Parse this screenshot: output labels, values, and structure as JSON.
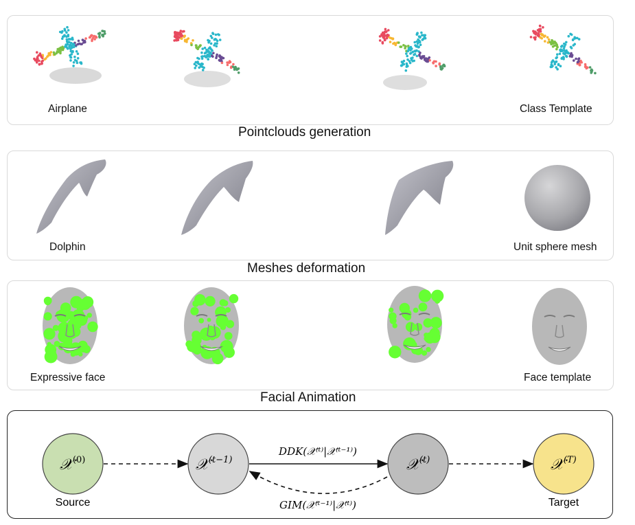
{
  "pointclouds": {
    "title": "Pointclouds generation",
    "source_caption": "Airplane",
    "target_caption": "Class Template"
  },
  "meshes": {
    "title": "Meshes deformation",
    "source_caption": "Dolphin",
    "target_caption": "Unit sphere mesh"
  },
  "faces": {
    "title": "Facial Animation",
    "source_caption": "Expressive face",
    "target_caption": "Face template"
  },
  "flow": {
    "nodes": [
      {
        "id": "x0",
        "label": "𝒳",
        "sup": "(0)",
        "caption": "Source",
        "color": "#c9dfb1"
      },
      {
        "id": "xt1",
        "label": "𝒳",
        "sup": "(t−1)",
        "caption": "",
        "color": "#d8d8d8"
      },
      {
        "id": "xt",
        "label": "𝒳",
        "sup": "(t)",
        "caption": "",
        "color": "#bdbdbd"
      },
      {
        "id": "xT",
        "label": "𝒳",
        "sup": "(T)",
        "caption": "Target",
        "color": "#f7e38c"
      }
    ],
    "forward_label": "DDK(𝒳⁽ᵗ⁾|𝒳⁽ᵗ⁻¹⁾)",
    "backward_label": "GIM(𝒳⁽ᵗ⁻¹⁾|𝒳⁽ᵗ⁾)"
  },
  "colors": {
    "point_palette": [
      "#e84a5f",
      "#f7b733",
      "#7bc043",
      "#2ab7ca",
      "#6a4c93",
      "#f76c6c",
      "#4f9d69"
    ],
    "mesh_gray": "#9a9aa3",
    "face_gray": "#b8b8b8",
    "face_green": "#66ff33"
  }
}
